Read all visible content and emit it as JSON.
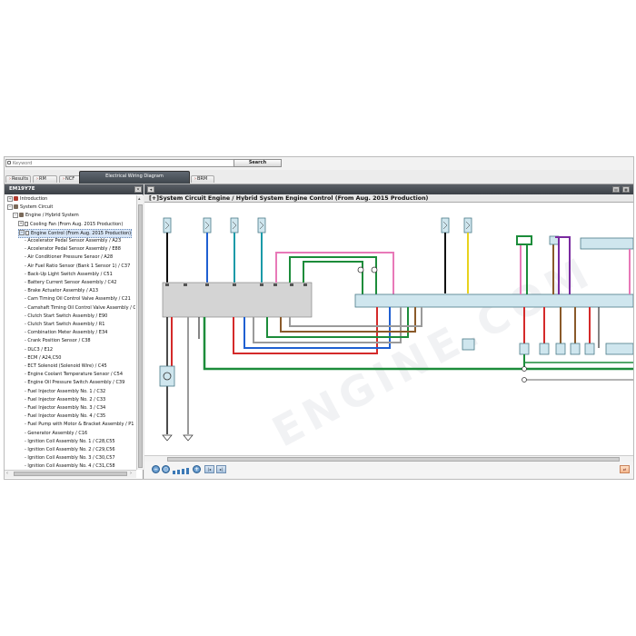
{
  "search": {
    "placeholder": "Keyword",
    "button_label": "Search"
  },
  "tabs": [
    {
      "label": "Results"
    },
    {
      "label": "RM"
    },
    {
      "label": "NCF"
    },
    {
      "label": "Electrical Wiring Diagram"
    },
    {
      "label": "BRM"
    }
  ],
  "left_panel": {
    "header": "EM19Y7E",
    "close_label": "✕",
    "tree": [
      {
        "label": "Introduction"
      },
      {
        "label": "System Circuit"
      },
      {
        "label": "Engine / Hybrid System"
      },
      {
        "label": "Cooling Fan (From Aug. 2015 Production)"
      },
      {
        "label": "Engine Control (From Aug. 2015 Production)"
      },
      {
        "label": "- Accelerator Pedal Sensor Assembly / A23"
      },
      {
        "label": "- Accelerator Pedal Sensor Assembly / E88"
      },
      {
        "label": "- Air Conditioner Pressure Sensor / A28"
      },
      {
        "label": "- Air Fuel Ratio Sensor (Bank 1 Sensor 1) / C37"
      },
      {
        "label": "- Back-Up Light Switch Assembly / C51"
      },
      {
        "label": "- Battery Current Sensor Assembly / C42"
      },
      {
        "label": "- Brake Actuator Assembly / A13"
      },
      {
        "label": "- Cam Timing Oil Control Valve Assembly / C21"
      },
      {
        "label": "- Camshaft Timing Oil Control Valve Assembly / C43"
      },
      {
        "label": "- Clutch Start Switch Assembly / E90"
      },
      {
        "label": "- Clutch Start Switch Assembly / R1"
      },
      {
        "label": "- Combination Meter Assembly / E34"
      },
      {
        "label": "- Crank Position Sensor / C38"
      },
      {
        "label": "- DLC3 / E12"
      },
      {
        "label": "- ECM / A24,C50"
      },
      {
        "label": "- ECT Solenoid (Solenoid Wire) / C45"
      },
      {
        "label": "- Engine Coolant Temperature Sensor / C54"
      },
      {
        "label": "- Engine Oil Pressure Switch Assembly / C39"
      },
      {
        "label": "- Fuel Injector Assembly No. 1 / C32"
      },
      {
        "label": "- Fuel Injector Assembly No. 2 / C33"
      },
      {
        "label": "- Fuel Injector Assembly No. 3 / C34"
      },
      {
        "label": "- Fuel Injector Assembly No. 4 / C35"
      },
      {
        "label": "- Fuel Pump with Motor & Bracket Assembly / P1"
      },
      {
        "label": "- Generator Assembly / C16"
      },
      {
        "label": "- Ignition Coil Assembly No. 1 / C28,C55"
      },
      {
        "label": "- Ignition Coil Assembly No. 2 / C29,C56"
      },
      {
        "label": "- Ignition Coil Assembly No. 3 / C30,C57"
      },
      {
        "label": "- Ignition Coil Assembly No. 4 / C31,C58"
      }
    ]
  },
  "right_panel": {
    "back_label": "◂",
    "title": "[+]System Circuit  Engine / Hybrid System  Engine Control (From Aug. 2015 Production)",
    "watermark": "ENGINE.COM"
  },
  "colors": {
    "toolbar": "#4a5057",
    "wire_black": "#111111",
    "wire_red": "#d42a2a",
    "wire_green": "#1c8c3a",
    "wire_blue": "#1f5fd1",
    "wire_teal": "#1a9aa8",
    "wire_pink": "#e879b8",
    "wire_yellow": "#e8d21c",
    "wire_purple": "#7a2aa0",
    "wire_brown": "#8a5a2a",
    "wire_gray": "#9a9a9a",
    "connector_fill": "#cfe6ee"
  }
}
